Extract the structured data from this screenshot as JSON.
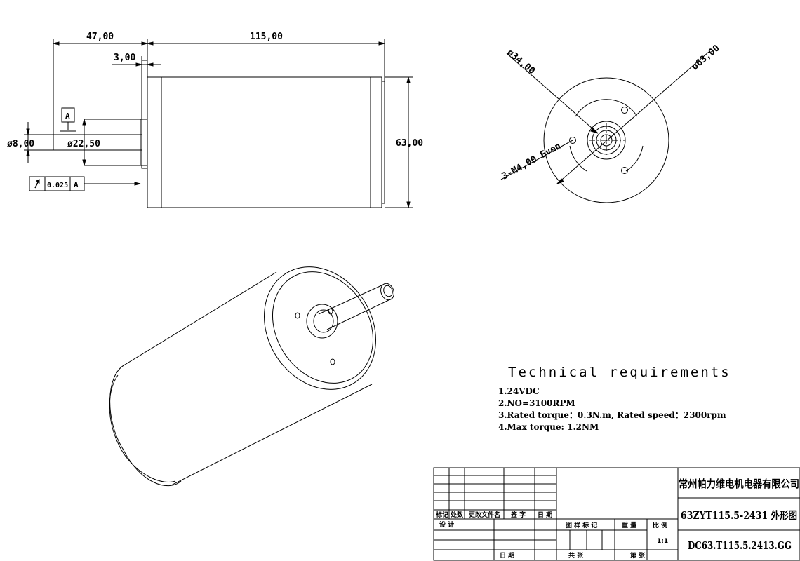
{
  "dimensions": {
    "flange_length": "47,00",
    "body_length": "115,00",
    "flange_thickness": "3,00",
    "shaft_diameter": "ø8,00",
    "boss_diameter": "ø22,50",
    "body_diameter": "63,00",
    "datum": "A",
    "runout_tolerance": "0.025",
    "runout_datum": "A"
  },
  "end_view": {
    "pcd": "ø34,00",
    "outer_diameter": "ø63,00",
    "holes": "3-M4,00  Even"
  },
  "tech": {
    "title": "Technical requirements",
    "items": [
      "1.24VDC",
      "2.NO=3100RPM",
      "3.Rated torque：0.3N.m, Rated speed：2300rpm",
      "4.Max torque: 1.2NM"
    ]
  },
  "title_block": {
    "company": "常州帕力维电机电器有限公司",
    "model": "63ZYT115.5-2431 外形图",
    "drawing_no": "DC63.T115.5.2413.GG",
    "scale": "1:1",
    "headers": [
      "标记",
      "处数",
      "更改文件名",
      "签  字",
      "日  期"
    ],
    "design": "设  计",
    "date": "日  期",
    "stage": "图  样  标  记",
    "weight": "重  量",
    "ratio": "比  例",
    "total": "共      张",
    "sheet": "第      张"
  }
}
